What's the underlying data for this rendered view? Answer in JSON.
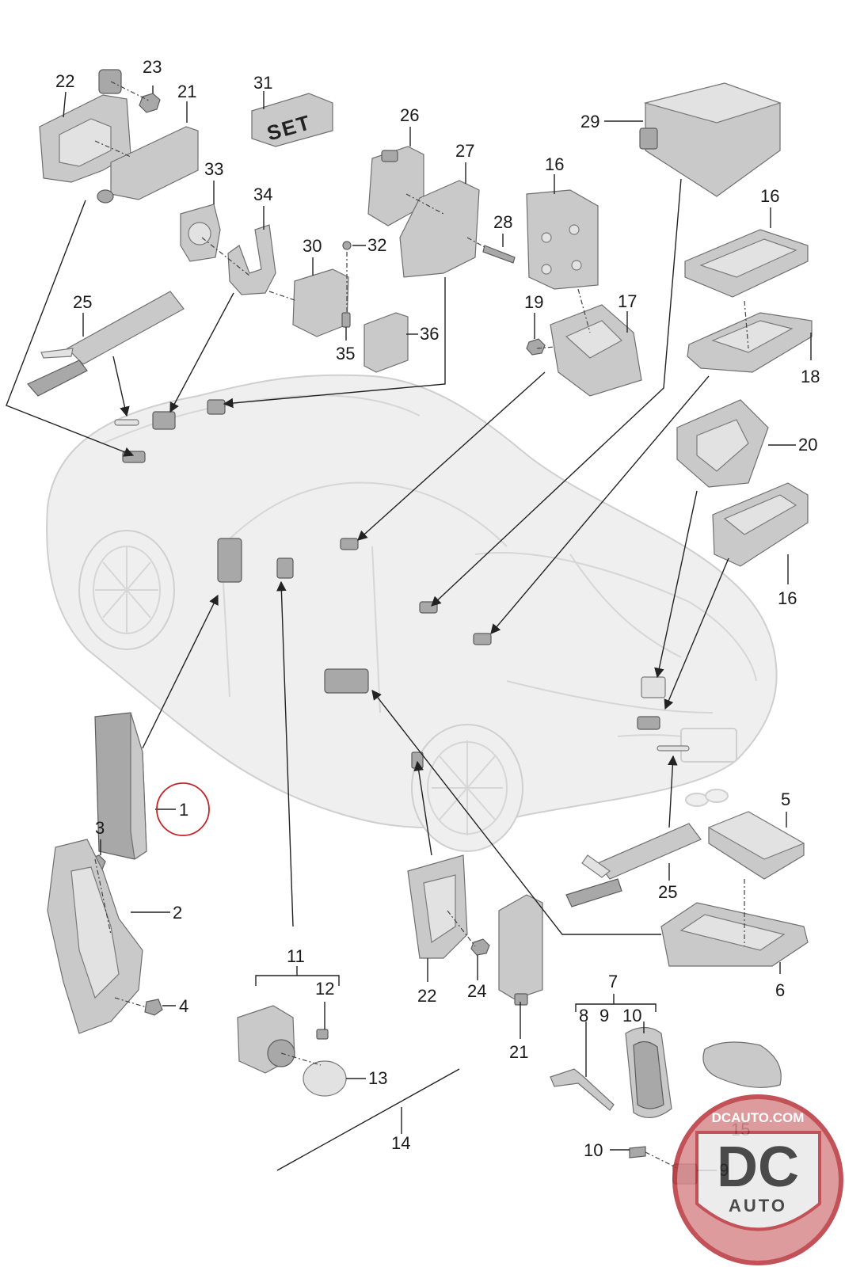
{
  "diagram": {
    "set_label": "SET",
    "labels": [
      {
        "id": "l22a",
        "text": "22"
      },
      {
        "id": "l23",
        "text": "23"
      },
      {
        "id": "l21a",
        "text": "21"
      },
      {
        "id": "l31",
        "text": "31"
      },
      {
        "id": "l26",
        "text": "26"
      },
      {
        "id": "l27",
        "text": "27"
      },
      {
        "id": "l16a",
        "text": "16"
      },
      {
        "id": "l29",
        "text": "29"
      },
      {
        "id": "l16b",
        "text": "16"
      },
      {
        "id": "l33",
        "text": "33"
      },
      {
        "id": "l34",
        "text": "34"
      },
      {
        "id": "l30",
        "text": "30"
      },
      {
        "id": "l32",
        "text": "32"
      },
      {
        "id": "l28",
        "text": "28"
      },
      {
        "id": "l25a",
        "text": "25"
      },
      {
        "id": "l19",
        "text": "19"
      },
      {
        "id": "l17",
        "text": "17"
      },
      {
        "id": "l35",
        "text": "35"
      },
      {
        "id": "l36",
        "text": "36"
      },
      {
        "id": "l18",
        "text": "18"
      },
      {
        "id": "l20",
        "text": "20"
      },
      {
        "id": "l16c",
        "text": "16"
      },
      {
        "id": "l1",
        "text": "1"
      },
      {
        "id": "l3",
        "text": "3"
      },
      {
        "id": "l5",
        "text": "5"
      },
      {
        "id": "l2",
        "text": "2"
      },
      {
        "id": "l25b",
        "text": "25"
      },
      {
        "id": "l4",
        "text": "4"
      },
      {
        "id": "l11",
        "text": "11"
      },
      {
        "id": "l12",
        "text": "12"
      },
      {
        "id": "l6",
        "text": "6"
      },
      {
        "id": "l22b",
        "text": "22"
      },
      {
        "id": "l24",
        "text": "24"
      },
      {
        "id": "l7",
        "text": "7"
      },
      {
        "id": "l8",
        "text": "8"
      },
      {
        "id": "l9a",
        "text": "9"
      },
      {
        "id": "l10a",
        "text": "10"
      },
      {
        "id": "l21b",
        "text": "21"
      },
      {
        "id": "l13",
        "text": "13"
      },
      {
        "id": "l15",
        "text": "15"
      },
      {
        "id": "l14",
        "text": "14"
      },
      {
        "id": "l10b",
        "text": "10"
      },
      {
        "id": "l9b",
        "text": "9"
      }
    ],
    "highlight_color": "#c0272d"
  },
  "logo": {
    "site": "DCAUTO.COM",
    "mark": "DC",
    "sub": "AUTO",
    "colors": {
      "ring": "#b8343a",
      "field": "#d98a8e"
    }
  }
}
